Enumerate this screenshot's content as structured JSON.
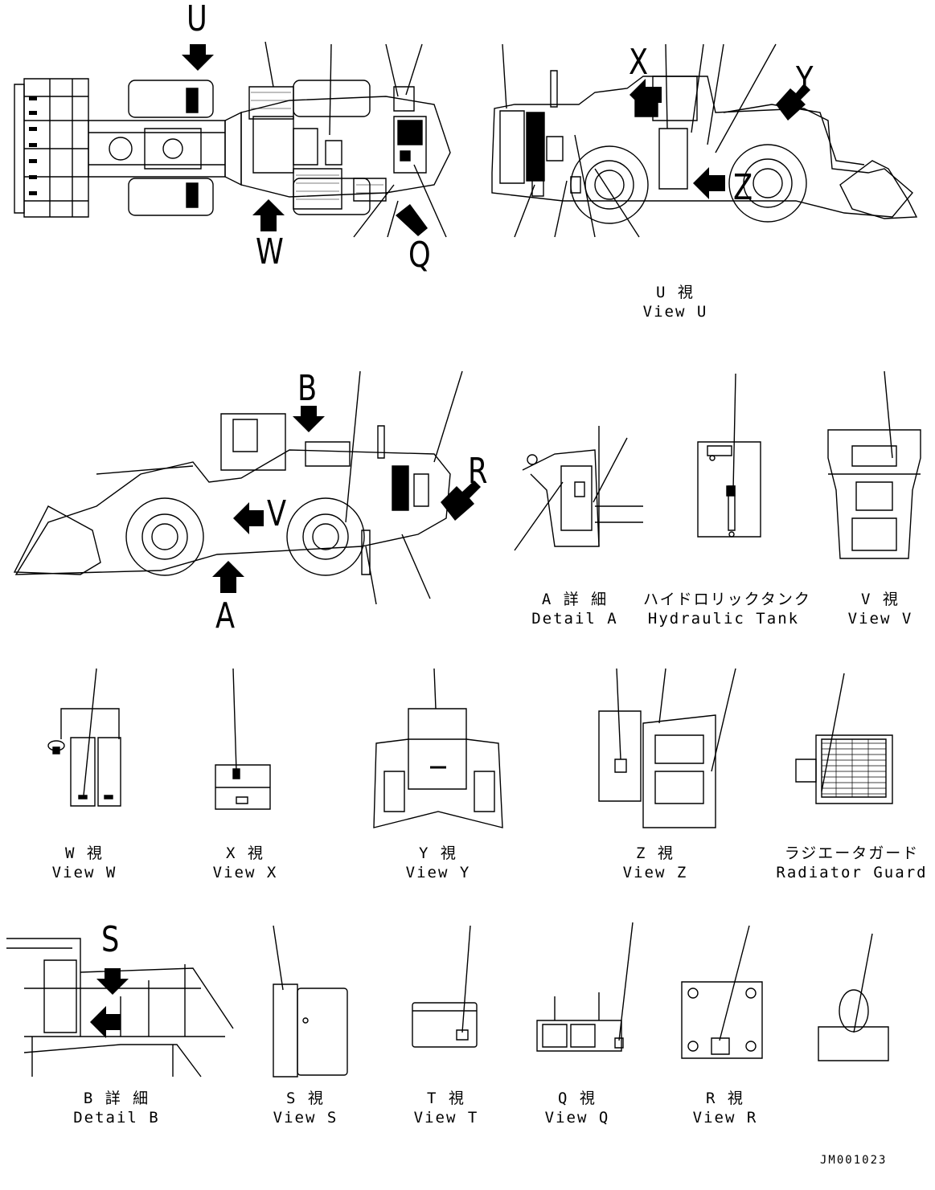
{
  "labels": {
    "U": "U",
    "W": "W",
    "Q": "Q",
    "X": "X",
    "Y": "Y",
    "Z": "Z",
    "B": "B",
    "R": "R",
    "V": "V",
    "A": "A",
    "S": "S"
  },
  "captions": {
    "view_u": {
      "jp": "U 視",
      "en": "View U"
    },
    "detail_a": {
      "jp": "A 詳 細",
      "en": "Detail A"
    },
    "hydraulic_tank": {
      "jp": "ハイドロリックタンク",
      "en": "Hydraulic Tank"
    },
    "view_v": {
      "jp": "V 視",
      "en": "View V"
    },
    "view_w": {
      "jp": "W 視",
      "en": "View W"
    },
    "view_x": {
      "jp": "X 視",
      "en": "View X"
    },
    "view_y": {
      "jp": "Y 視",
      "en": "View Y"
    },
    "view_z": {
      "jp": "Z 視",
      "en": "View Z"
    },
    "radiator_guard": {
      "jp": "ラジエータガード",
      "en": "Radiator Guard"
    },
    "detail_b": {
      "jp": "B 詳 細",
      "en": "Detail B"
    },
    "view_s": {
      "jp": "S 視",
      "en": "View S"
    },
    "view_t": {
      "jp": "T 視",
      "en": "View T"
    },
    "view_q": {
      "jp": "Q 視",
      "en": "View Q"
    },
    "view_r": {
      "jp": "R 視",
      "en": "View R"
    }
  },
  "drawing_code": "JM001023"
}
